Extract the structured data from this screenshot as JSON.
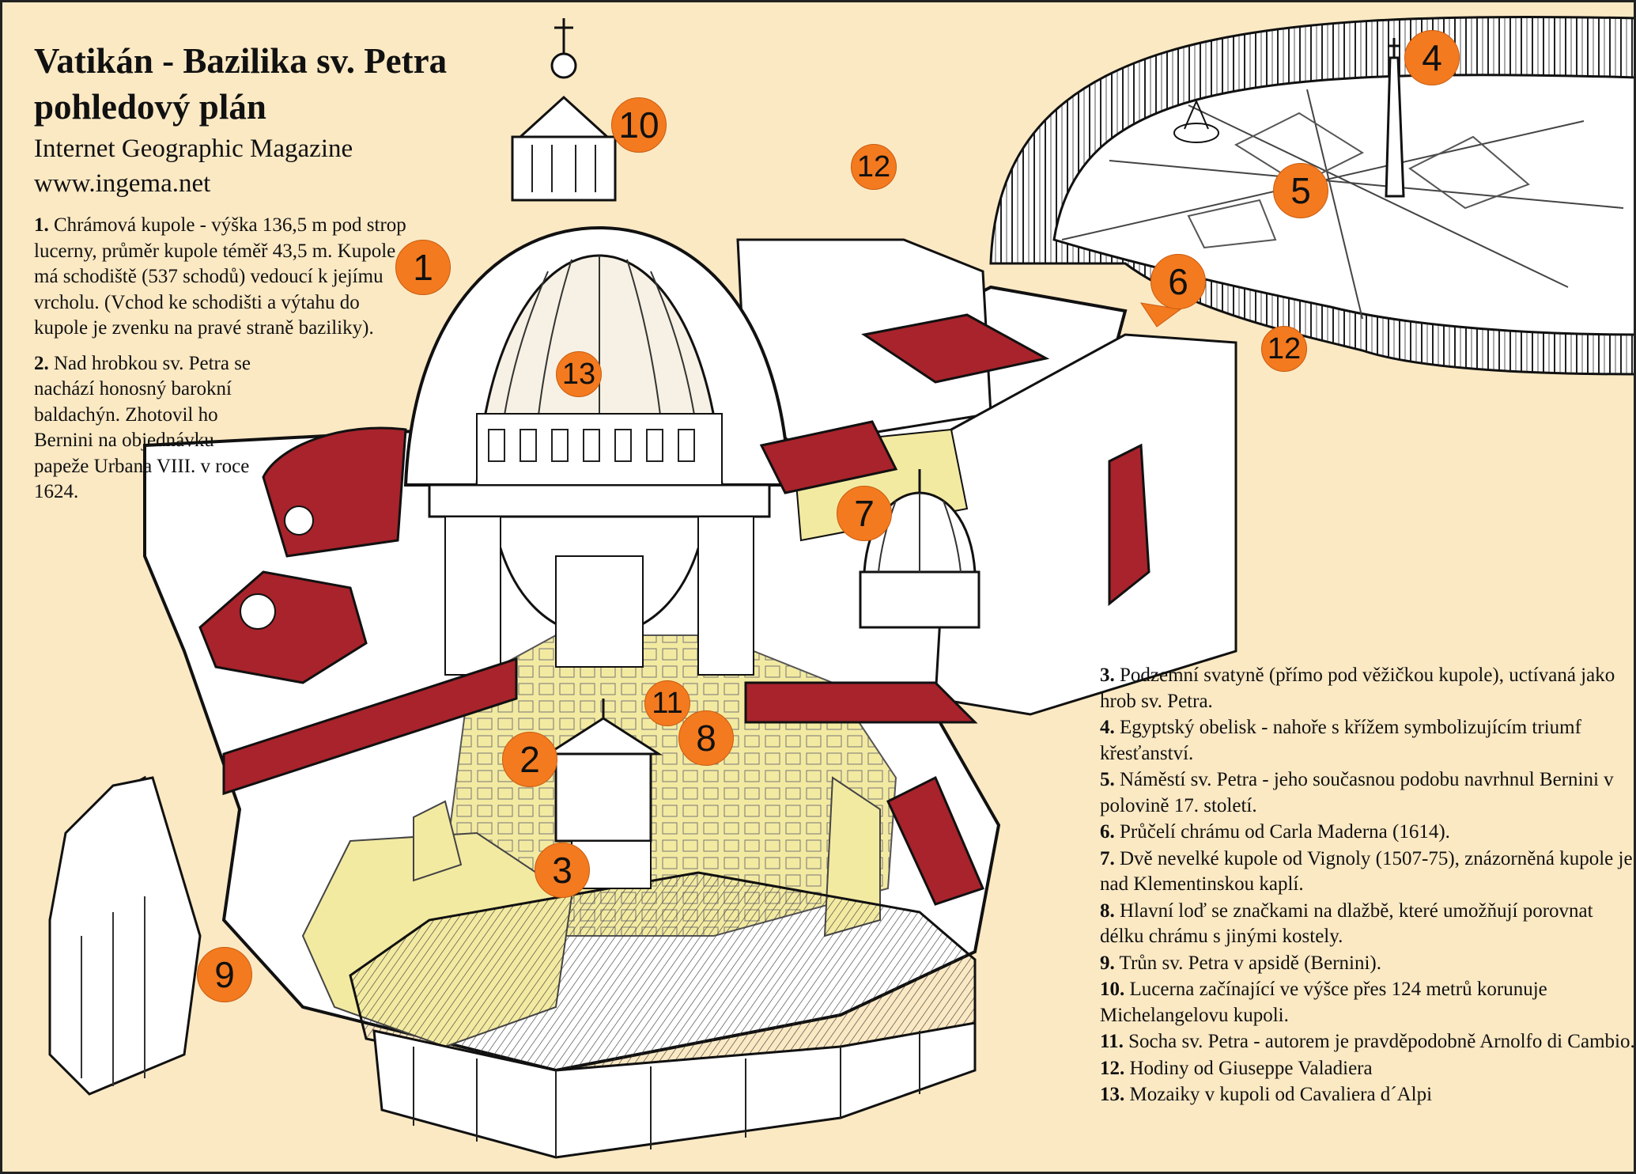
{
  "header": {
    "title_line1": "Vatikán - Bazilika sv. Petra",
    "title_line2": "pohledový plán",
    "publisher": "Internet Geographic Magazine",
    "website": "www.ingema.net"
  },
  "legend_left": [
    {
      "num": "1.",
      "text": " Chrámová kupole - výška 136,5 m pod strop lucerny, průměr kupole téměř 43,5 m. Kupole má schodiště (537 schodů) vedoucí k jejímu vrcholu. (Vchod ke schodišti a výtahu do kupole je zvenku na pravé straně baziliky)."
    },
    {
      "num": "2.",
      "text": " Nad hrobkou sv. Petra se nachází honosný barokní baldachýn. Zhotovil ho Bernini na objednávku papeže Urbana VIII. v roce 1624."
    }
  ],
  "legend_right": [
    {
      "num": "3.",
      "text": " Podzemní svatyně (přímo pod věžičkou kupole), uctívaná jako hrob sv. Petra."
    },
    {
      "num": "4.",
      "text": " Egyptský obelisk - nahoře s křížem symbolizujícím triumf křesťanství."
    },
    {
      "num": "5.",
      "text": " Náměstí sv. Petra - jeho současnou podobu navrhnul Bernini v polovině 17. století."
    },
    {
      "num": "6.",
      "text": " Průčelí chrámu od Carla Maderna (1614)."
    },
    {
      "num": "7.",
      "text": " Dvě nevelké kupole od Vignoly (1507-75), znázorněná kupole je nad Klementinskou kaplí."
    },
    {
      "num": "8.",
      "text": " Hlavní loď se značkami na dlažbě, které umožňují porovnat délku chrámu s jinými kostely."
    },
    {
      "num": "9.",
      "text": " Trůn sv. Petra v apsidě (Bernini)."
    },
    {
      "num": "10.",
      "text": " Lucerna začínající ve výšce přes 124 metrů korunuje Michelangelovu kupoli."
    },
    {
      "num": "11.",
      "text": " Socha sv. Petra - autorem je pravděpodobně Arnolfo di Cambio."
    },
    {
      "num": "12.",
      "text": " Hodiny od Giuseppe Valadiera"
    },
    {
      "num": "13.",
      "text": " Mozaiky v kupoli od Cavaliera d´Alpi"
    }
  ],
  "markers": [
    "1",
    "2",
    "3",
    "4",
    "5",
    "6",
    "7",
    "8",
    "9",
    "10",
    "11",
    "12",
    "12",
    "13"
  ],
  "colors": {
    "background": "#fbe9c4",
    "roof_red": "#a8232b",
    "marker_orange": "#f47a1f",
    "floor_yellow": "#f3eaa2",
    "ink": "#111111"
  }
}
